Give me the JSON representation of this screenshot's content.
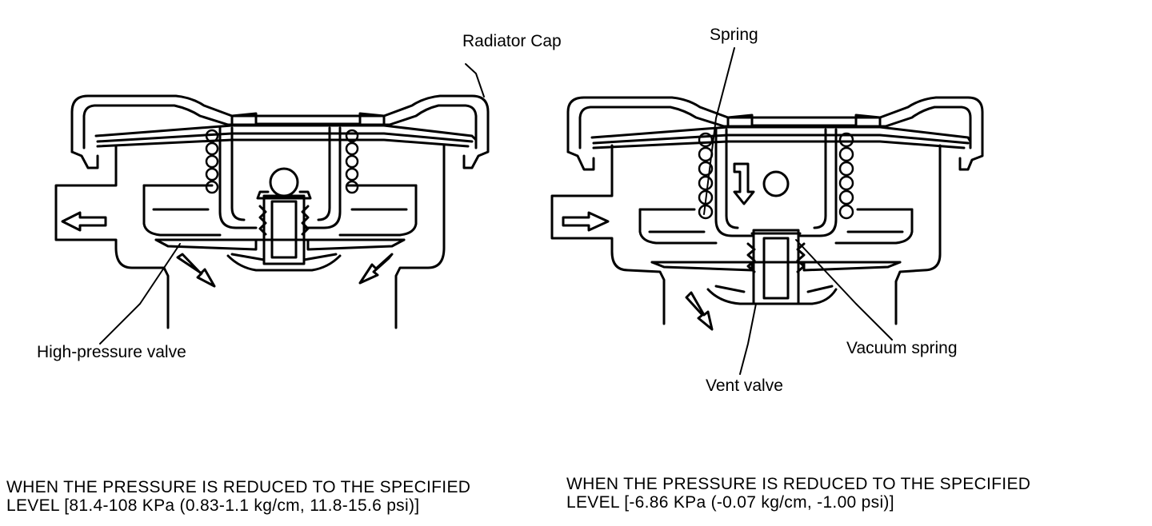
{
  "labels": {
    "radiator_cap": "Radiator Cap",
    "high_pressure_valve": "High-pressure valve",
    "spring": "Spring",
    "vacuum_spring": "Vacuum spring",
    "vent_valve": "Vent valve"
  },
  "captions": {
    "left": {
      "line1": "WHEN THE PRESSURE IS REDUCED TO THE SPECIFIED",
      "line2": "LEVEL [81.4-108 KPa (0.83-1.1 kg/cm, 11.8-15.6 psi)]"
    },
    "right": {
      "line1": "WHEN THE PRESSURE IS REDUCED TO THE SPECIFIED",
      "line2": "LEVEL [-6.86 KPa (-0.07 kg/cm, -1.00 psi)]"
    }
  }
}
